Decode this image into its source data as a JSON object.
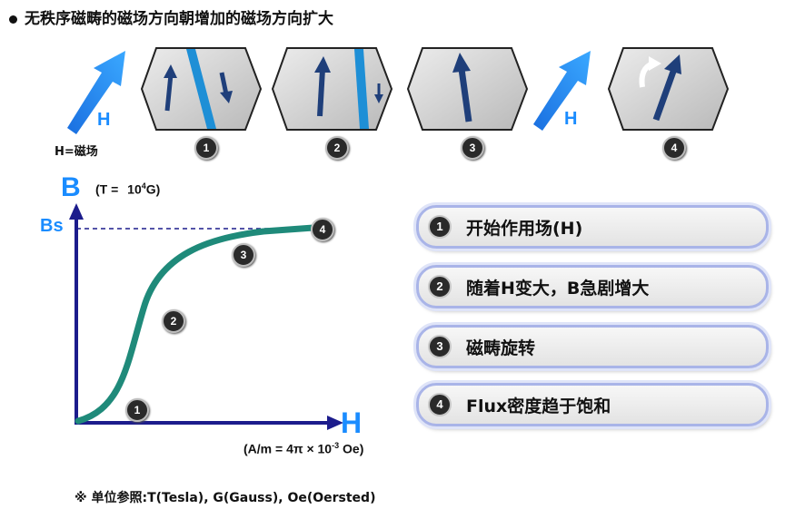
{
  "title": "无秩序磁畴的磁场方向朝增加的磁场方向扩大",
  "h_symbol": "H",
  "h_caption": "H=磁场",
  "panel_numbers": [
    "1",
    "2",
    "3",
    "4"
  ],
  "graph": {
    "y_symbol": "B",
    "y_note_prefix": "(T = ",
    "y_note_num": "10",
    "y_note_exp": "4",
    "y_note_suffix": "G)",
    "bs_label": "Bs",
    "x_symbol": "H",
    "x_note_prefix": "(A/m = 4π × 10",
    "x_note_exp": "-3",
    "x_note_suffix": " Oe)",
    "curve_markers": [
      "1",
      "2",
      "3",
      "4"
    ]
  },
  "steps": [
    {
      "num": "1",
      "text": "开始作用场(H)"
    },
    {
      "num": "2",
      "text": "随着H变大，B急剧增大"
    },
    {
      "num": "3",
      "text": "磁畴旋转"
    },
    {
      "num": "4",
      "text": "Flux密度趋于饱和"
    }
  ],
  "note": "※ 单位参照:T(Tesla), G(Gauss), Oe(Oersted)",
  "colors": {
    "accent": "#1a8cff",
    "curve": "#1f8a7a",
    "axis": "#1c1c8c",
    "arrow_dark": "#1f3f7a"
  }
}
